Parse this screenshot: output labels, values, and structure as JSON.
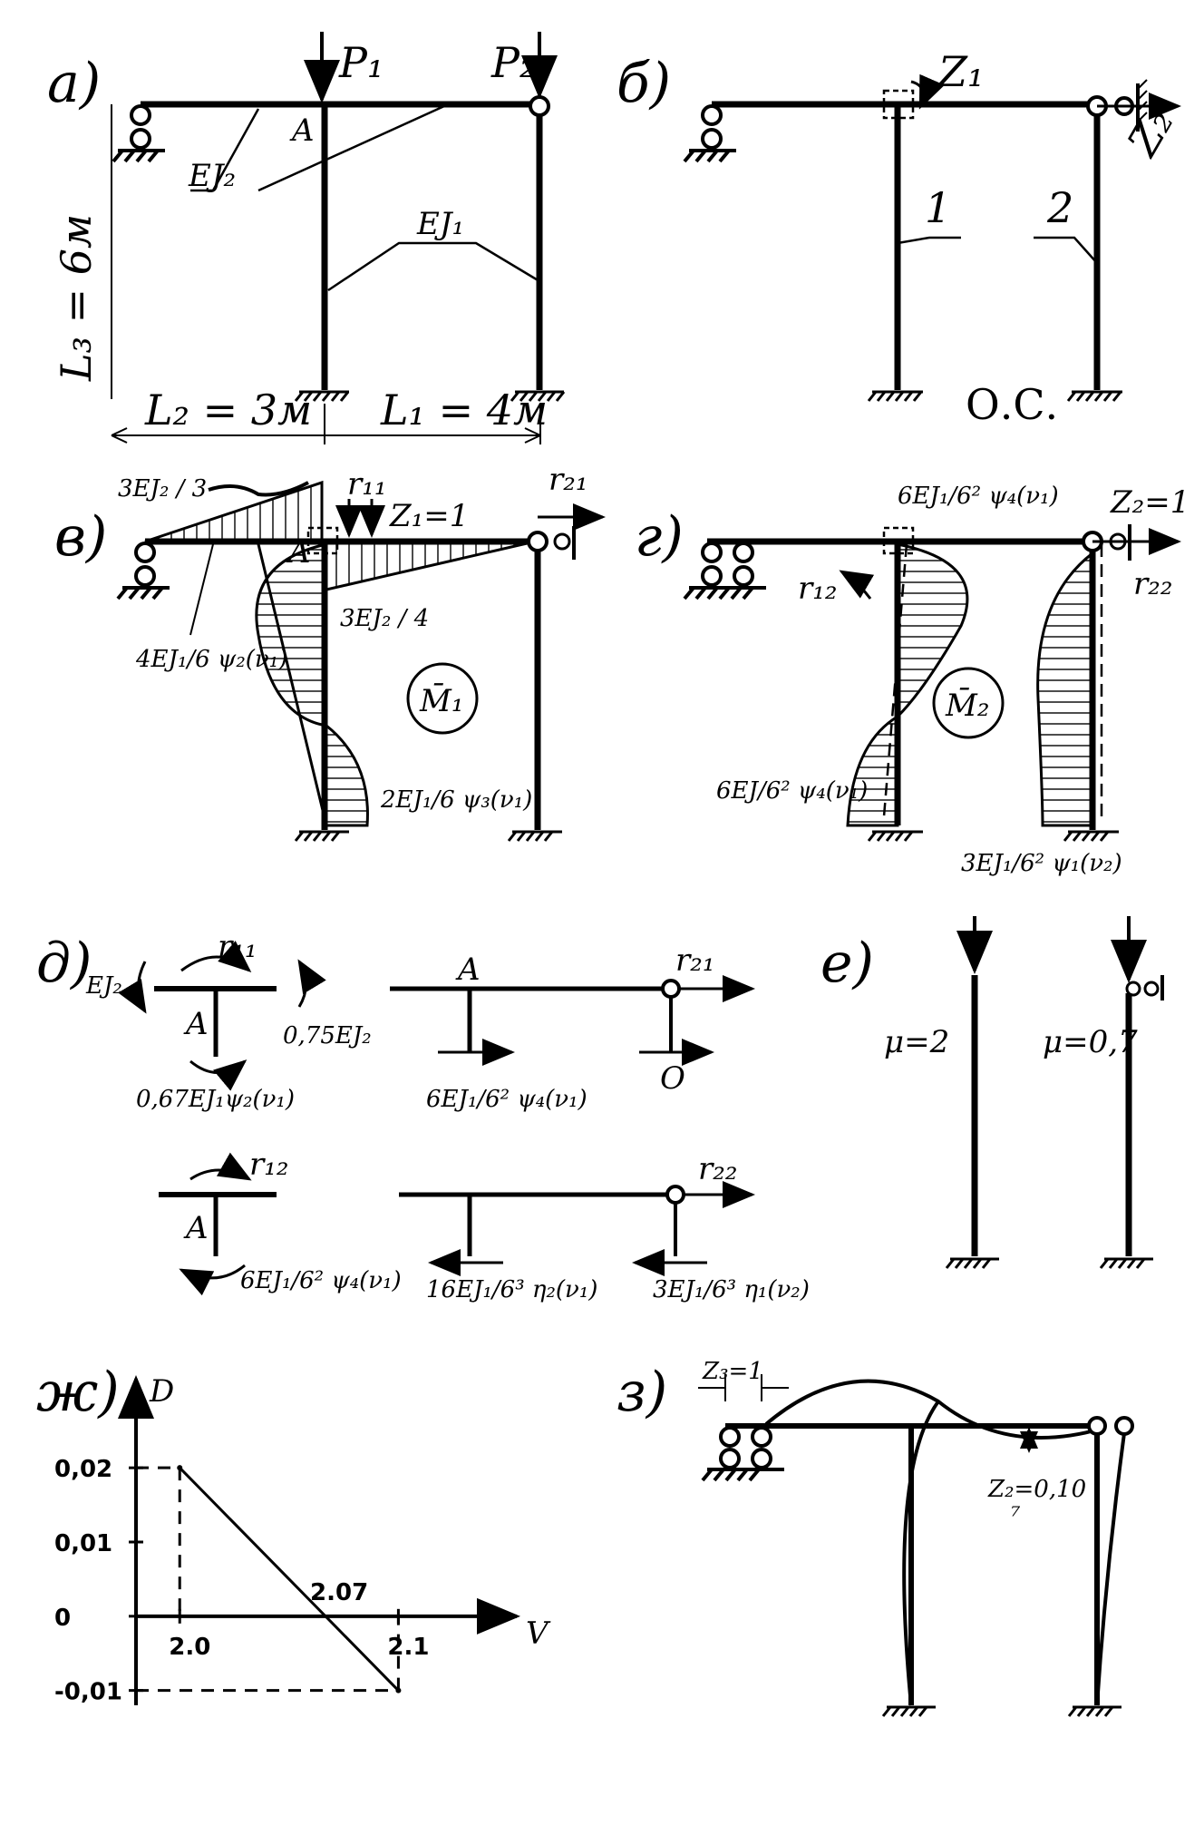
{
  "panels": {
    "a": "a)",
    "b": "б)",
    "v": "в)",
    "g": "г)",
    "d": "д)",
    "e": "е)",
    "zh": "ж)",
    "z": "з)"
  },
  "panel_a": {
    "P1": "P₁",
    "P2": "P₂",
    "A": "A",
    "EI2": "EJ₂",
    "EI1": "EJ₁",
    "L3": "L₃ = 6м",
    "L2": "L₂ = 3м",
    "L1": "L₁ = 4м"
  },
  "panel_b": {
    "Z1": "Z₁",
    "Z2": "Z₂",
    "m1": "1",
    "m2": "2",
    "os": "О.С."
  },
  "panel_v": {
    "top_left": "3EJ₂ / 3",
    "r11": "r₁₁",
    "r21": "r₂₁",
    "Z1eq": "Z₁=1",
    "A": "A",
    "beam_right": "3EJ₂ / 4",
    "left_mid": "4EJ₁/6 ψ₂(ν₁)",
    "bottom": "2EJ₁/6 ψ₃(ν₁)",
    "M1": "M̄₁"
  },
  "panel_g": {
    "top": "6EJ₁/6² ψ₄(ν₁)",
    "Z2eq": "Z₂=1",
    "r12": "r₁₂",
    "r22": "r₂₂",
    "M2": "M̄₂",
    "left_bottom": "6EJ/6² ψ₄(ν₁)",
    "right_bottom": "3EJ₁/6² ψ₁(ν₂)"
  },
  "panel_d": {
    "EI2": "EJ₂",
    "r11": "r₁₁",
    "A1": "A",
    "m075": "0,75EJ₂",
    "m067": "0,67EJ₁ψ₂(ν₁)",
    "A2": "A",
    "r21": "r₂₁",
    "f1": "6EJ₁/6² ψ₄(ν₁)",
    "zero": "O",
    "r12": "r₁₂",
    "A3": "A",
    "m_low": "6EJ₁/6² ψ₄(ν₁)",
    "r22": "r₂₂",
    "f2": "16EJ₁/6³ η₂(ν₁)",
    "f3": "3EJ₁/6³ η₁(ν₂)"
  },
  "panel_e": {
    "mu1": "μ=2",
    "mu2": "μ=0,7"
  },
  "chart_data": {
    "type": "line",
    "title": "",
    "ylabel": "D",
    "xlabel": "V",
    "x_ticks": [
      "2.0",
      "2.1"
    ],
    "y_ticks": [
      "0,02",
      "0,01",
      "0",
      "-0,01"
    ],
    "xlim": [
      1.98,
      2.15
    ],
    "ylim": [
      -0.012,
      0.032
    ],
    "series": [
      {
        "x": [
          2.0,
          2.1
        ],
        "y": [
          0.02,
          -0.01
        ]
      }
    ],
    "annotations": [
      {
        "text": "2.07",
        "x": 2.07,
        "y": 0
      }
    ]
  },
  "panel_z": {
    "Z3": "Z₃=1",
    "Z2": "Z₂=0,10",
    "note": "⁷"
  }
}
